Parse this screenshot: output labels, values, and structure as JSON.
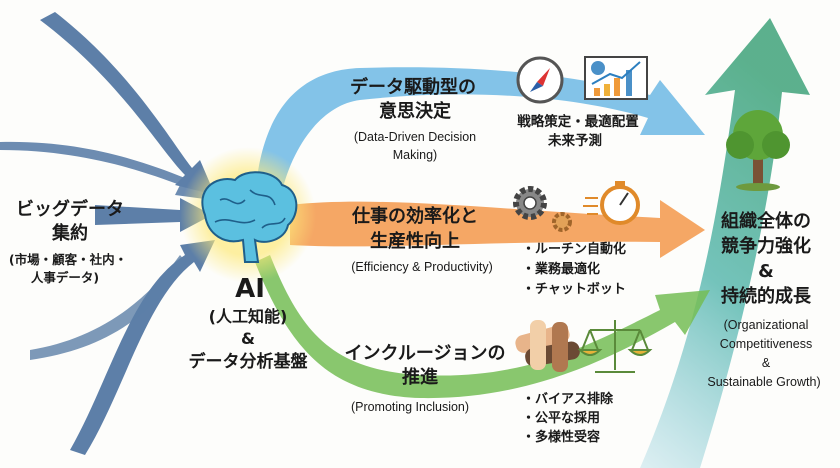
{
  "source": {
    "title": "ビッグデータ集約",
    "title_line1": "ビッグデータ",
    "title_line2": "集約",
    "detail_line1": "(市場・顧客・社内・",
    "detail_line2": "人事データ)"
  },
  "core": {
    "ai": "AI",
    "ai_sub": "(人工知能)",
    "amp": "&",
    "platform": "データ分析基盤"
  },
  "branches": [
    {
      "title_line1": "データ駆動型の",
      "title_line2": "意思決定",
      "en_line1": "(Data-Driven Decision",
      "en_line2": "Making)",
      "outcomes_line1": "戦略策定・最適配置",
      "outcomes_line2": "未来予測",
      "color": "#5aa9dc",
      "icons": [
        "compass-icon",
        "chart-icon"
      ]
    },
    {
      "title_line1": "仕事の効率化と",
      "title_line2": "生産性向上",
      "en": "(Efficiency & Productivity)",
      "bullets": [
        "・ルーチン自動化",
        "・業務最適化",
        "・チャットボット"
      ],
      "color": "#f0913a",
      "icons": [
        "gears-icon",
        "stopwatch-icon"
      ]
    },
    {
      "title_line1": "インクルージョンの",
      "title_line2": "推進",
      "en": "(Promoting Inclusion)",
      "bullets": [
        "・バイアス排除",
        "・公平な採用",
        "・多様性受容"
      ],
      "color": "#6bb84e",
      "icons": [
        "joined-hands-icon",
        "scales-icon"
      ]
    }
  ],
  "outcome": {
    "line1": "組織全体の",
    "line2": "競争力強化",
    "amp": "&",
    "line3": "持続的成長",
    "en_line1": "(Organizational",
    "en_line2": "Competitiveness",
    "en_amp": "&",
    "en_line3": "Sustainable Growth)",
    "color": "#4fb0a0"
  }
}
